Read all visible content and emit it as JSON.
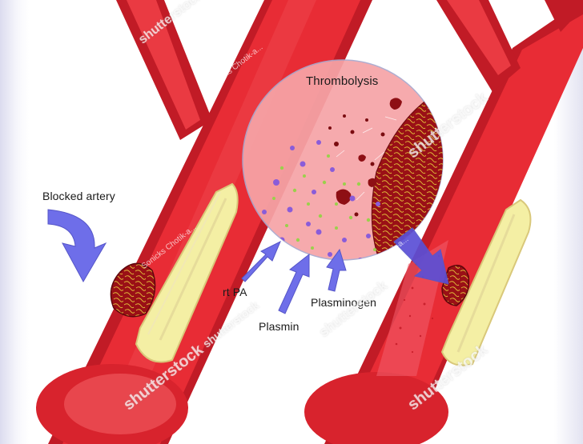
{
  "labels": {
    "title": "Thrombolysis",
    "blocked_artery": "Blocked artery",
    "rt_pa": "rt PA",
    "plasmin": "Plasmin",
    "plasminogen": "Plasminogen"
  },
  "watermark": {
    "brand": "shutterstock",
    "credit": "Sonicks Chotik-a..."
  },
  "colors": {
    "vessel_outer": "#c91f2c",
    "vessel_lumen": "#ea2a34",
    "plaque": "#f5f0a6",
    "clot": "#8e0f14",
    "lens_fill": "#f5a3a6",
    "arrow": "#6f6fe8"
  }
}
